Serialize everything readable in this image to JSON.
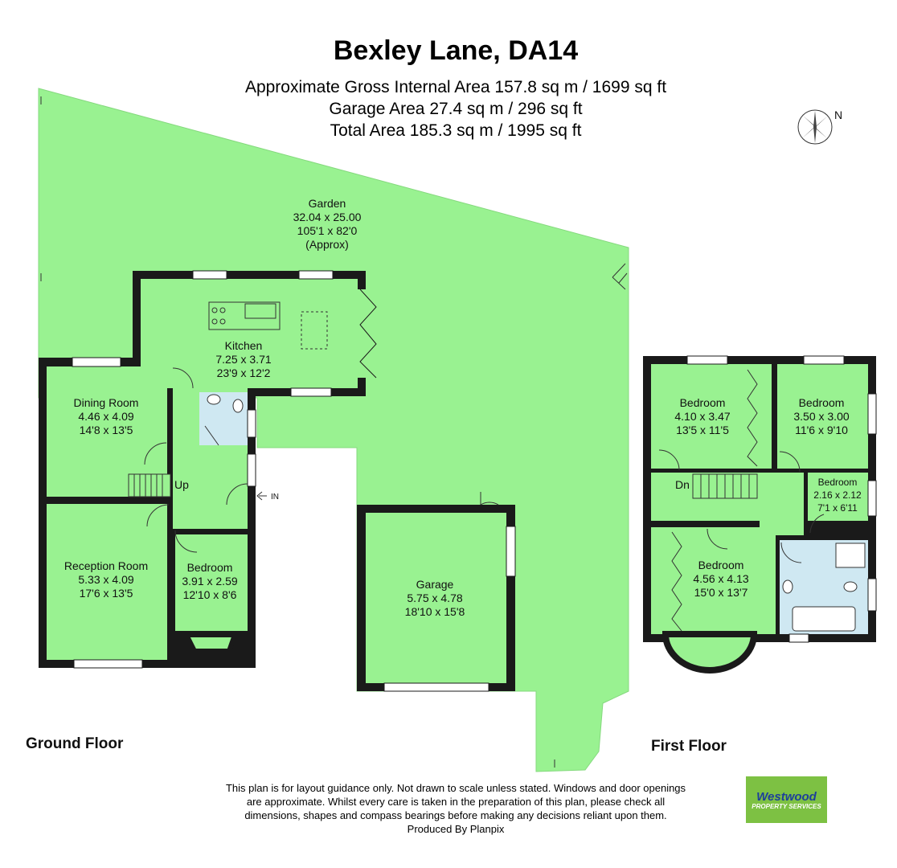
{
  "title": "Bexley Lane, DA14",
  "areas": {
    "gross_internal": "Approximate Gross Internal Area 157.8 sq m / 1699 sq ft",
    "garage": "Garage Area  27.4 sq m / 296 sq ft",
    "total": "Total Area  185.3 sq m / 1995 sq ft"
  },
  "compass": {
    "label": "N",
    "icon": "compass-rose-icon"
  },
  "garden": {
    "name": "Garden",
    "metric": "32.04 x 25.00",
    "imperial": "105'1 x 82'0",
    "note": "(Approx)"
  },
  "ground_floor": {
    "label": "Ground Floor",
    "rooms": {
      "kitchen": {
        "name": "Kitchen",
        "metric": "7.25 x 3.71",
        "imperial": "23'9 x 12'2"
      },
      "dining": {
        "name": "Dining Room",
        "metric": "4.46 x 4.09",
        "imperial": "14'8 x 13'5"
      },
      "reception": {
        "name": "Reception Room",
        "metric": "5.33 x 4.09",
        "imperial": "17'6 x 13'5"
      },
      "bedroom": {
        "name": "Bedroom",
        "metric": "3.91 x 2.59",
        "imperial": "12'10 x 8'6"
      }
    },
    "stairs_label": "Up",
    "entrance_label": "IN"
  },
  "garage": {
    "name": "Garage",
    "metric": "5.75 x 4.78",
    "imperial": "18'10 x 15'8"
  },
  "first_floor": {
    "label": "First Floor",
    "rooms": {
      "bedroom1": {
        "name": "Bedroom",
        "metric": "4.10 x 3.47",
        "imperial": "13'5 x 11'5"
      },
      "bedroom2": {
        "name": "Bedroom",
        "metric": "3.50 x 3.00",
        "imperial": "11'6 x 9'10"
      },
      "bedroom3": {
        "name": "Bedroom",
        "metric": "2.16 x 2.12",
        "imperial": "7'1 x 6'11"
      },
      "bedroom4": {
        "name": "Bedroom",
        "metric": "4.56 x 4.13",
        "imperial": "15'0 x 13'7"
      }
    },
    "stairs_label": "Dn"
  },
  "disclaimer": {
    "line1": "This plan is for layout guidance only. Not drawn to scale unless stated. Windows and door openings",
    "line2": "are approximate. Whilst every care is taken in the preparation of this plan, please check all",
    "line3": "dimensions, shapes and compass bearings before making any decisions reliant upon them.",
    "line4": "Produced By Planpix"
  },
  "logo": {
    "brand": "Westwood",
    "tagline": "PROPERTY SERVICES"
  },
  "colors": {
    "room_fill": "#99f291",
    "wall": "#1a1a1a",
    "wet_room": "#cfe8f2",
    "logo_green": "#7dc143",
    "logo_blue": "#1d3f9a"
  }
}
